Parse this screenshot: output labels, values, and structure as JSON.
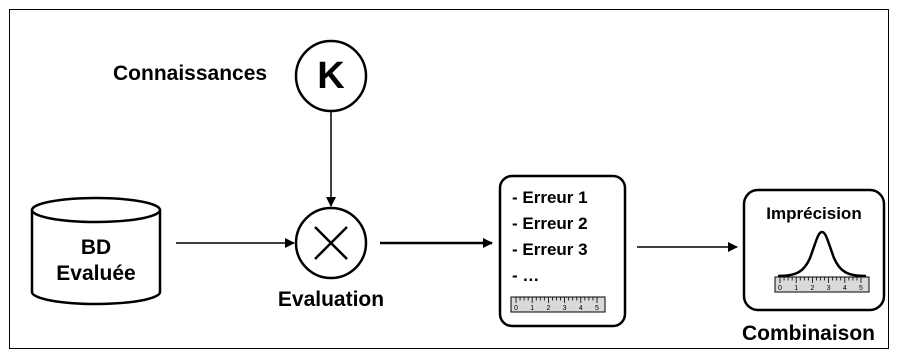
{
  "knowledge": {
    "label": "Connaissances",
    "symbol": "K"
  },
  "database": {
    "line1": "BD",
    "line2": "Evaluée"
  },
  "evaluation": {
    "label": "Evaluation"
  },
  "errors": {
    "items": [
      "- Erreur 1",
      "- Erreur 2",
      "- Erreur 3",
      "- …"
    ]
  },
  "ruler": {
    "ticks": [
      "0",
      "1",
      "2",
      "3",
      "4",
      "5"
    ]
  },
  "imprecision": {
    "label": "Imprécision"
  },
  "combination": {
    "label": "Combinaison"
  },
  "colors": {
    "stroke": "#000000",
    "background": "#ffffff"
  }
}
